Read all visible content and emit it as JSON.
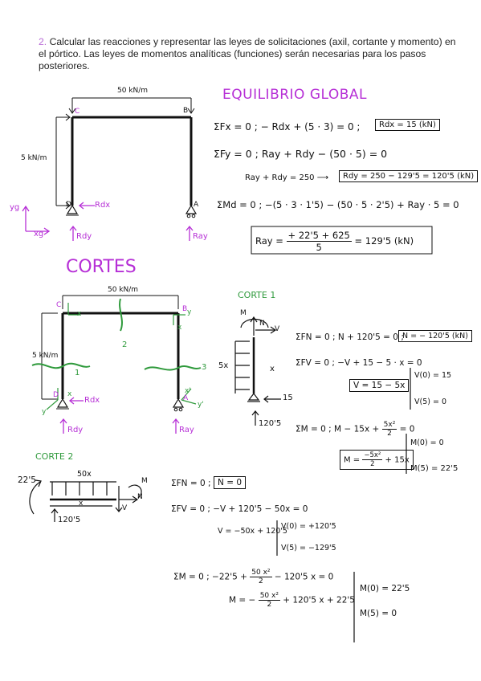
{
  "problem": {
    "number": "2.",
    "text": "Calcular las reacciones y representar las leyes de solicitaciones (axil, cortante y momento) en el pórtico. Las leyes de momentos analíticas (funciones) serán necesarias para los pasos posteriores."
  },
  "frame1": {
    "top_load": "50 kN/m",
    "side_load": "5 kN/m",
    "label_C": "C",
    "label_B": "B",
    "label_D": "D",
    "label_A": "A",
    "rdx": "Rdx",
    "rdy": "Rdy",
    "ray": "Ray",
    "axis_y": "yg",
    "axis_x": "xg"
  },
  "equilibrium": {
    "title": "EQUILIBRIO GLOBAL",
    "fx": "ΣFx = 0 ;  − Rdx +  (5 · 3) = 0  ;",
    "fx_box": "Rdx =  15 (kN)",
    "fy": "ΣFy = 0 ;  Ray + Rdy − (50 · 5) = 0",
    "sum": "Ray + Rdy = 250  ⟶",
    "sum_box": "Rdy = 250 − 129'5 = 120'5 (kN)",
    "md": "ΣMd = 0 ;  −(5 · 3 · 1'5) − (50 · 5 · 2'5) + Ray · 5 = 0",
    "ray_lhs": "Ray =",
    "ray_num": "+ 22'5 + 625",
    "ray_den": "5",
    "ray_res": "=   129'5 (kN)"
  },
  "cortes": {
    "title": "CORTES",
    "top_load": "50 kN/m",
    "side_load": "5 kN/m",
    "cut2": "2",
    "cut1": "1",
    "cut3": "3",
    "label_C": "C",
    "label_B": "B",
    "label_D": "D",
    "label_A": "A",
    "rdx": "Rdx",
    "rdy": "Rdy",
    "ray": "Ray",
    "x": "x",
    "y": "y",
    "xp": "x'",
    "yp": "y'"
  },
  "corte1": {
    "title": "CORTE 1",
    "m": "M",
    "n": "N",
    "v": "V",
    "load": "5x",
    "x": "x",
    "r15": "15",
    "r120": "120'5",
    "fn": "ΣFN = 0 ;  N + 120'5 = 0 ;",
    "fn_box": "N = − 120'5 (kN)",
    "fv": "ΣFV = 0 ;  −V + 15 − 5 · x = 0",
    "fv_box": "V = 15 − 5x",
    "v0": "V(0) = 15",
    "v5": "V(5) = 0",
    "m_eq": "ΣM = 0 ;   M − 15x +",
    "m_num": "5x²",
    "m_den": "2",
    "m_eq_end": "= 0",
    "m_box_lhs": "M =",
    "m_box_num": "−5x²",
    "m_box_den": "2",
    "m_box_end": "+ 15x",
    "m0": "M(0) = 0",
    "m5": "M(5) = 22'5"
  },
  "corte2": {
    "title": "CORTE 2",
    "moment": "22'5",
    "load": "50x",
    "x": "x",
    "m": "M",
    "n": "N",
    "v": "V",
    "r120": "120'5",
    "fn": "ΣFN = 0 ;",
    "fn_box": "N = 0",
    "fv": "ΣFV = 0 ;  −V + 120'5 − 50x = 0",
    "v_eq": "V = −50x + 120'5",
    "v0": "V(0) = +120'5",
    "v5": "V(5) = −129'5",
    "m_eq_a": "ΣM = 0 ;  −22'5 +",
    "m_eq_num": "50 x²",
    "m_eq_den": "2",
    "m_eq_b": "− 120'5 x = 0",
    "m_lhs": "M =   −",
    "m_num": "50 x²",
    "m_den": "2",
    "m_end": "+ 120'5 x + 22'5",
    "m0": "M(0) = 22'5",
    "m5": "M(5) = 0"
  }
}
